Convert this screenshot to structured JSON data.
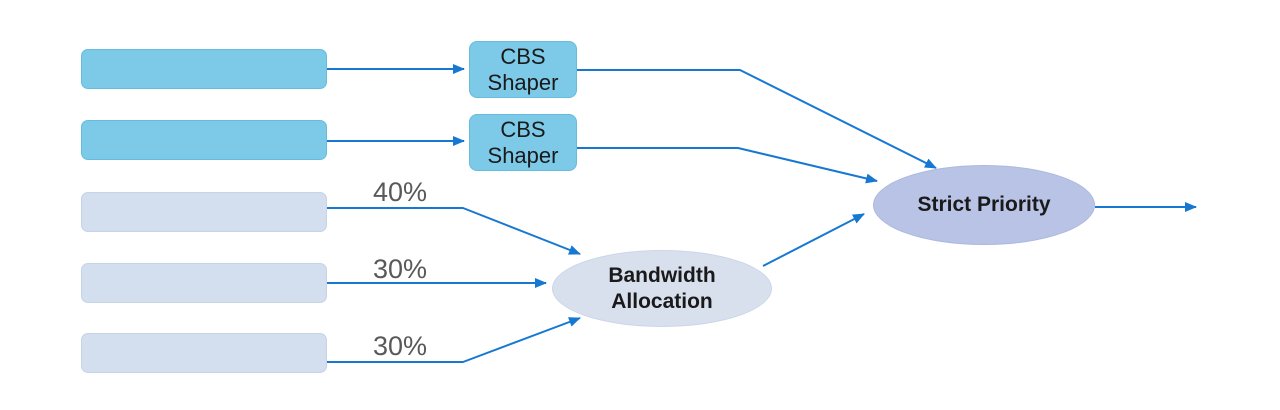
{
  "nodes": {
    "cbs_shaper_1": {
      "label": "CBS\nShaper"
    },
    "cbs_shaper_2": {
      "label": "CBS\nShaper"
    },
    "bandwidth_allocation": {
      "label": "Bandwidth\nAllocation"
    },
    "strict_priority": {
      "label": "Strict Priority"
    }
  },
  "queues": [
    {
      "id": "queue-1",
      "style": "cbs-shaped"
    },
    {
      "id": "queue-2",
      "style": "cbs-shaped"
    },
    {
      "id": "queue-3",
      "style": "bandwidth-allocated"
    },
    {
      "id": "queue-4",
      "style": "bandwidth-allocated"
    },
    {
      "id": "queue-5",
      "style": "bandwidth-allocated"
    }
  ],
  "flow_labels": [
    {
      "text": "40%"
    },
    {
      "text": "30%"
    },
    {
      "text": "30%"
    }
  ],
  "colors": {
    "background": "#ffffff",
    "cyan_fill": "#7CC9E8",
    "cyan_border": "#66BCDF",
    "plain_fill": "#D3DEEE",
    "plain_border": "#C6D4E8",
    "ba_fill": "#D8E0EE",
    "ba_border": "#CBD6E9",
    "sp_fill": "#B9C3E6",
    "sp_border": "#ABB8DF",
    "arrow": "#1778D2",
    "node_text": "#1A1A1A",
    "percent_text": "#595959"
  }
}
